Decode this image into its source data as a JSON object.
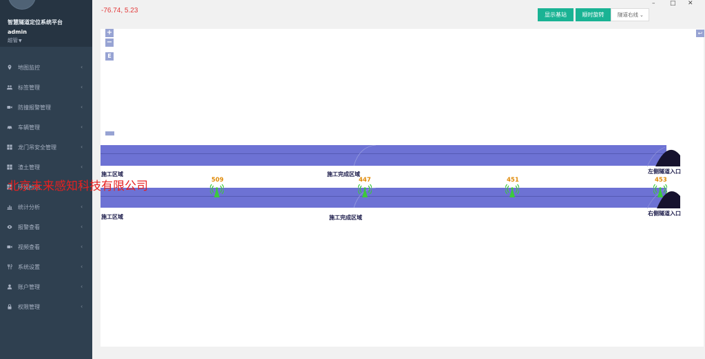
{
  "window": {
    "minimize_glyph": "–",
    "maximize_glyph": "□",
    "close_glyph": "✕"
  },
  "sidebar": {
    "system_name": "智慧隧道定位系统平台",
    "user_name": "admin",
    "user_role": "超管",
    "items": [
      {
        "label": "地图监控",
        "icon": "map-marker-icon"
      },
      {
        "label": "标签管理",
        "icon": "users-icon"
      },
      {
        "label": "防撞报警管理",
        "icon": "video-camera-icon"
      },
      {
        "label": "车辆管理",
        "icon": "car-icon"
      },
      {
        "label": "龙门吊安全管理",
        "icon": "grid-icon"
      },
      {
        "label": "渣土管理",
        "icon": "grid-icon"
      },
      {
        "label": "环境检测",
        "icon": "grid-icon"
      },
      {
        "label": "统计分析",
        "icon": "bar-chart-icon"
      },
      {
        "label": "报警查看",
        "icon": "eye-icon"
      },
      {
        "label": "视频查看",
        "icon": "video-camera-icon"
      },
      {
        "label": "系统设置",
        "icon": "cutlery-icon"
      },
      {
        "label": "账户管理",
        "icon": "user-icon"
      },
      {
        "label": "权限管理",
        "icon": "lock-icon"
      }
    ]
  },
  "toolbar": {
    "coordinates": "-76.74, 5.23",
    "show_base_station_label": "显示基站",
    "rotate_label": "顺时旋转",
    "tunnel_select_value": "隧道右线"
  },
  "map": {
    "zoom_in": "+",
    "zoom_out": "−",
    "edit_label": "E",
    "corner_label": "↩",
    "watermark": "北京未来感知科技有限公司",
    "left_tunnel": {
      "start_label": "施工区域",
      "mid_label": "施工完成区域",
      "entrance_label": "左侧隧道入口"
    },
    "right_tunnel": {
      "start_label": "施工区域",
      "mid_label": "施工完成区域",
      "entrance_label": "右侧隧道入口"
    },
    "stations": [
      {
        "id": "509"
      },
      {
        "id": "447"
      },
      {
        "id": "451"
      },
      {
        "id": "453"
      }
    ]
  },
  "colors": {
    "sidebar_bg": "#2f4050",
    "accent_button": "#1ab394",
    "tunnel_fill": "#6d72d4",
    "station_green": "#3cc93c",
    "station_number": "#e08b0a",
    "watermark_red": "#e62020"
  }
}
